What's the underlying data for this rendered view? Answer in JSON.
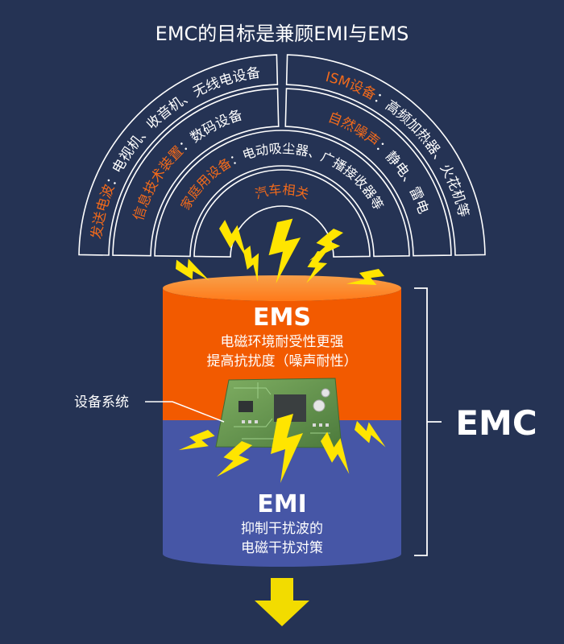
{
  "title": "EMC的目标是兼顾EMI与EMS",
  "arcs": {
    "left": [
      {
        "head": "发送电波",
        "sep": "：",
        "tail": "电视机、收音机、无线电设备"
      },
      {
        "head": "信息技术装置",
        "sep": "：",
        "tail": "数码设备"
      },
      {
        "head": "家庭用设备",
        "sep": "：",
        "tail": "电动吸尘器、广播接收器等"
      }
    ],
    "right": [
      {
        "head": "ISM设备",
        "sep": "：",
        "tail": "高频加热器、火花机等"
      },
      {
        "head": "自然噪声",
        "sep": "：",
        "tail": "静电、雷电"
      }
    ],
    "center": "汽车相关"
  },
  "ems": {
    "label": "EMS",
    "line1": "电磁环境耐受性更强",
    "line2": "提高抗扰度（噪声耐性）"
  },
  "emi": {
    "label": "EMI",
    "line1": "抑制干扰波的",
    "line2": "电磁干扰对策"
  },
  "device_label": "设备系统",
  "emc_label": "EMC",
  "colors": {
    "background": "#253354",
    "orange": "#f25a00",
    "blue": "#4656a6",
    "accent_text": "#f26a1b",
    "bolt": "#ffe500",
    "arrow": "#f2dc00",
    "pcb": "#5a8a48"
  }
}
